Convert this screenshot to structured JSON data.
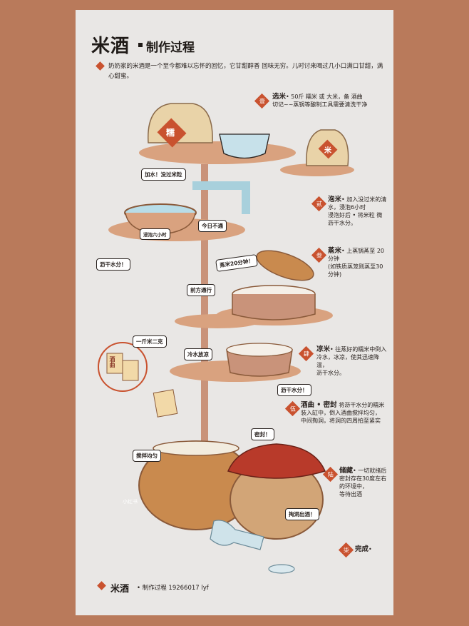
{
  "title": "米酒",
  "subtitle": "制作过程",
  "intro": "奶奶家的米酒是一个至今都难以忘怀的回忆，它甘甜醇香 回味无穷。儿时讨来喝过几小口满口甘甜，满心甜蜜。",
  "steps": [
    {
      "badge": "壹",
      "head": "选米",
      "text": "• 50斤 糯米 或 大米，备 酒曲",
      "note": "切记~~蒸锅等酿制工具需要清洗干净"
    },
    {
      "badge": "贰",
      "head": "泡米",
      "text": "• 加入没过米的清水，浸泡6小时",
      "note": "浸泡好后 • 将米粒 微沥干水分。"
    },
    {
      "badge": "叁",
      "head": "蒸米",
      "text": "• 上蒸锅蒸至 20分钟",
      "note": "(如铁质蒸笼则蒸至30分钟)"
    },
    {
      "badge": "肆",
      "head": "凉米",
      "text": "• 往蒸好的糯米中倒入冷水，冰凉，使其迅速降温，",
      "note": "沥干水分。"
    },
    {
      "badge": "伍",
      "head": "酒曲 • 密封",
      "text": "将沥干水分的糯米装入缸中，倒入酒曲搅拌均匀，",
      "note": "中间掏洞，将洞的四周拍至紧实"
    },
    {
      "badge": "陆",
      "head": "储藏",
      "text": "• 一切就绪后密封存在30度左右的环境中，",
      "note": "等待出酒"
    },
    {
      "badge": "柒",
      "head": "完成",
      "text": "•",
      "note": ""
    }
  ],
  "labels": {
    "water": "加水！没过米粒",
    "soak": "浸泡六小时",
    "closed": "今日不通",
    "steam": "蒸米20分钟！",
    "drain1": "沥干水分！",
    "ahead": "前方通行",
    "cool": "冷水放凉",
    "ratio": "一斤米二克",
    "drain2": "沥干水分！",
    "seal": "密封！",
    "stir": "搅拌均匀",
    "hole": "掏洞出酒！",
    "bag1": "糯",
    "bag2": "米",
    "jar": "酒曲"
  },
  "watermark": "小红书",
  "footer": {
    "title": "米酒",
    "sub": "• 制作过程  19266017 lyf"
  },
  "colors": {
    "accent": "#c9522f",
    "wood": "#d9a27f",
    "water": "#9cc8d8",
    "jar": "#c98a4e"
  }
}
